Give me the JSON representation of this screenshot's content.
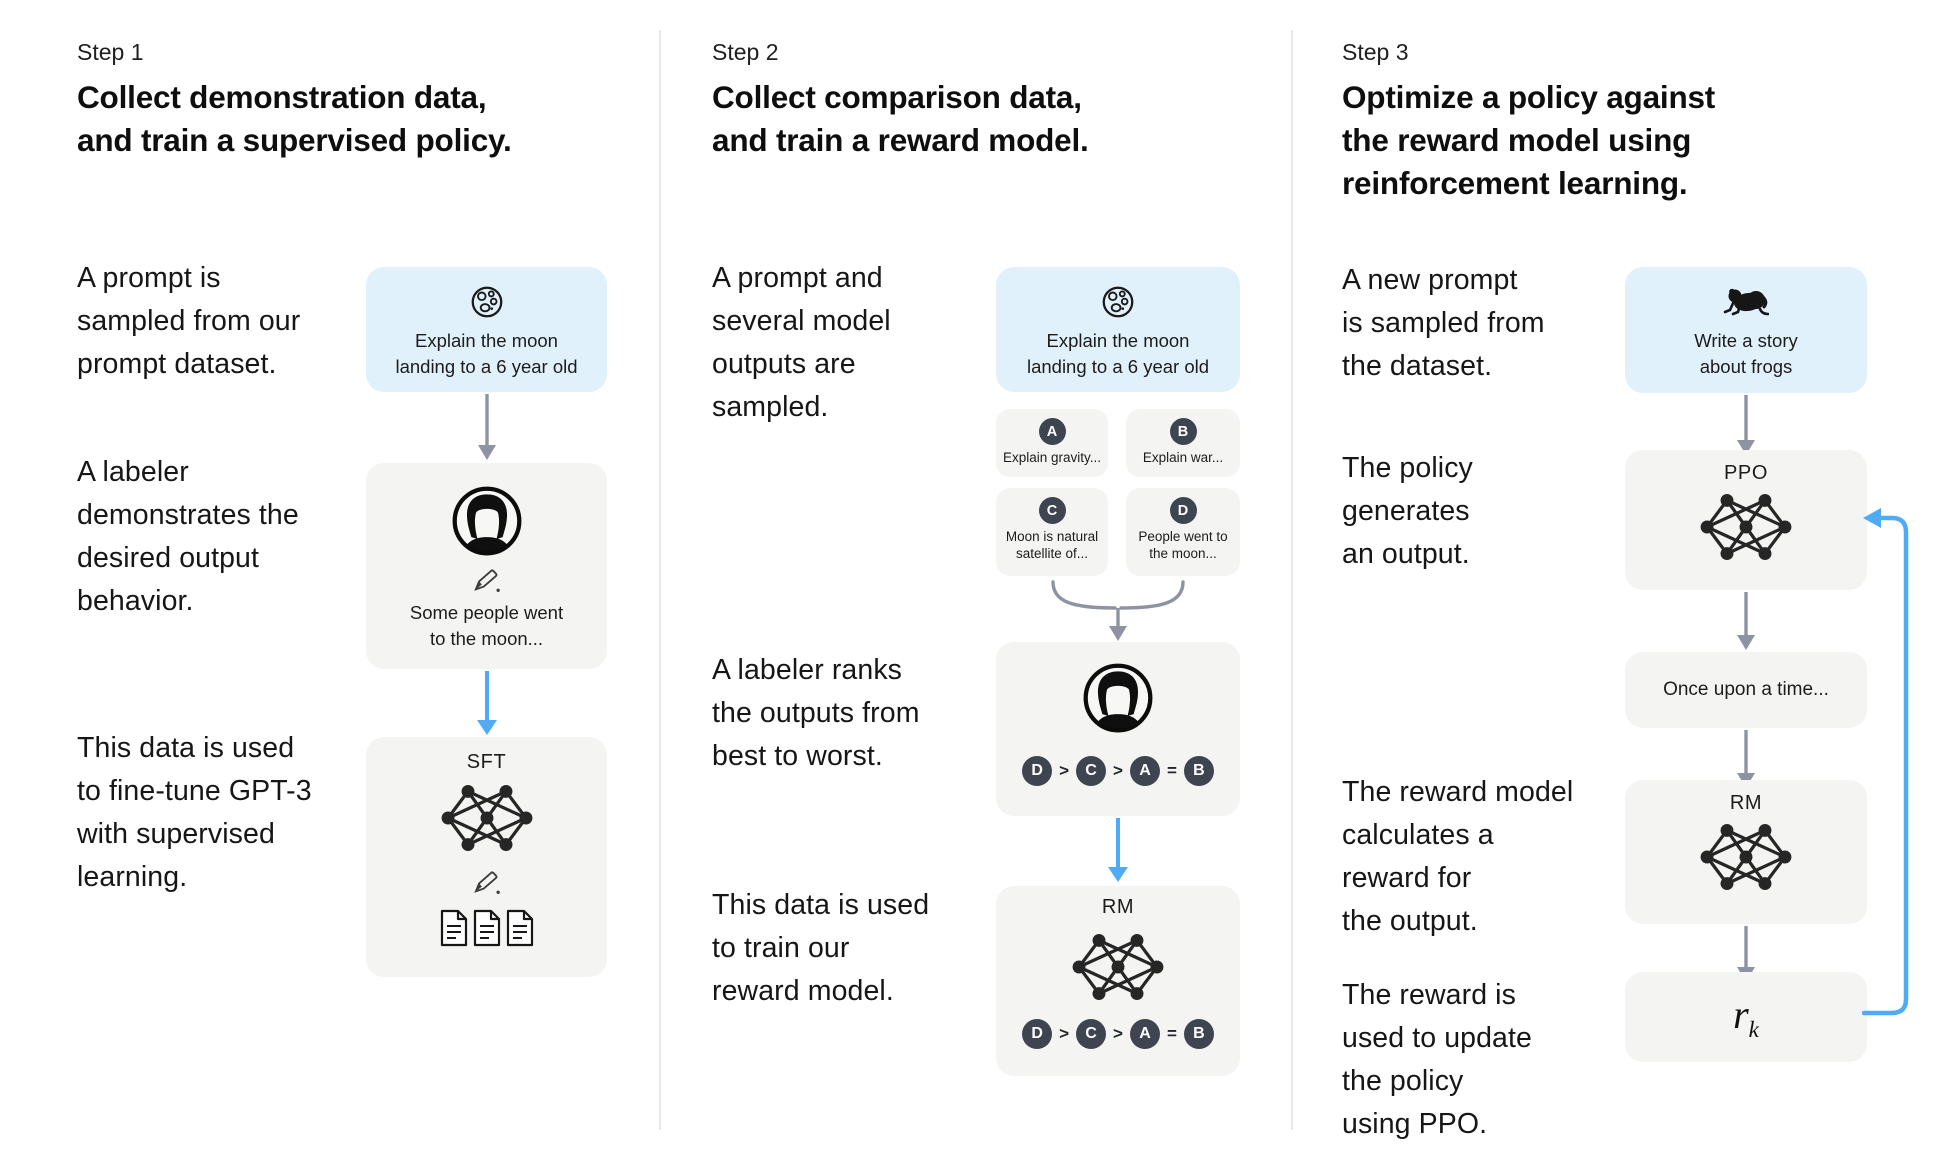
{
  "colors": {
    "background": "#ffffff",
    "prompt_box_blue": "#e1f1fb",
    "model_box_gray": "#f4f4f2",
    "badge_dark": "#3e4450",
    "arrow_gray": "#8e93a3",
    "arrow_blue": "#4fabf3",
    "text_dark": "#161616",
    "divider_gray": "#eaeaea"
  },
  "step1": {
    "label": "Step 1",
    "heading": [
      "Collect demonstration data,",
      "and train a supervised policy."
    ],
    "captions": [
      [
        "A prompt is",
        "sampled from our",
        "prompt dataset."
      ],
      [
        "A labeler",
        "demonstrates the",
        "desired output",
        "behavior."
      ],
      [
        "This data is used",
        "to fine-tune GPT-3",
        "with supervised",
        "learning."
      ]
    ],
    "prompt_box": [
      "Explain the moon",
      "landing to a 6 year old"
    ],
    "labeler_box": [
      "Some people went",
      "to the moon..."
    ],
    "model_label": "SFT"
  },
  "step2": {
    "label": "Step 2",
    "heading": [
      "Collect comparison data,",
      "and train a reward model."
    ],
    "captions": [
      [
        "A prompt and",
        "several model",
        "outputs are",
        "sampled."
      ],
      [
        "A labeler ranks",
        "the outputs from",
        "best to worst."
      ],
      [
        "This data is used",
        "to train our",
        "reward model."
      ]
    ],
    "prompt_box": [
      "Explain the moon",
      "landing to a 6 year old"
    ],
    "cards": [
      {
        "letter": "A",
        "lines": [
          "Explain gravity..."
        ]
      },
      {
        "letter": "B",
        "lines": [
          "Explain war..."
        ]
      },
      {
        "letter": "C",
        "lines": [
          "Moon is natural",
          "satellite of..."
        ]
      },
      {
        "letter": "D",
        "lines": [
          "People went to",
          "the moon..."
        ]
      }
    ],
    "ranking": [
      "D",
      ">",
      "C",
      ">",
      "A",
      "=",
      "B"
    ],
    "model_label": "RM"
  },
  "step3": {
    "label": "Step 3",
    "heading": [
      "Optimize a policy against",
      "the reward model using",
      "reinforcement learning."
    ],
    "captions": [
      [
        "A new prompt",
        "is sampled from",
        "the dataset."
      ],
      [
        "The policy",
        "generates",
        "an output."
      ],
      [
        "The reward model",
        "calculates a",
        "reward for",
        "the output."
      ],
      [
        "The reward is",
        "used to update",
        "the policy",
        "using PPO."
      ]
    ],
    "prompt_box": [
      "Write a story",
      "about frogs"
    ],
    "policy_label": "PPO",
    "output_box": "Once upon a time...",
    "rm_label": "RM",
    "reward_var": "r",
    "reward_sub": "k"
  },
  "icons": {
    "moon": "moon-icon",
    "labeler": "labeler-avatar-icon",
    "pencil": "pencil-icon",
    "network": "neural-network-icon",
    "documents": "document-icon",
    "frog": "frog-icon",
    "arrow_down_gray": "gray-arrow-down-icon",
    "arrow_down_blue": "blue-arrow-down-icon",
    "merge": "merge-arrow-icon",
    "feedback_loop": "feedback-loop-arrow-icon"
  }
}
